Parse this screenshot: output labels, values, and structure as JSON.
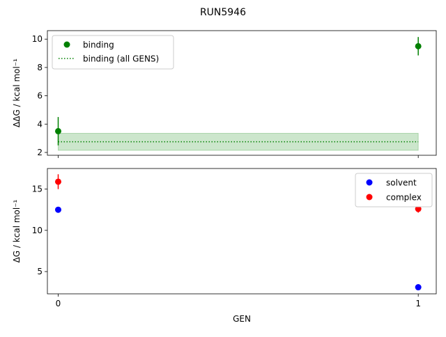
{
  "figure_title": "RUN5946",
  "chart_data": [
    {
      "type": "scatter",
      "ylabel": "ΔΔG / kcal mol⁻¹",
      "xlabel": "",
      "xlim": [
        -0.03,
        1.05
      ],
      "ylim": [
        1.8,
        10.6
      ],
      "yticks": [
        2,
        4,
        6,
        8,
        10
      ],
      "xticks": [
        0,
        1
      ],
      "legend": "top-left",
      "series": [
        {
          "name": "binding",
          "color": "#008000",
          "x": [
            0,
            1
          ],
          "y": [
            3.5,
            9.5
          ],
          "yerr": [
            1.0,
            0.65
          ]
        }
      ],
      "reference_line": {
        "name": "binding (all GENS)",
        "color": "#008000",
        "y": 2.75,
        "band": [
          2.15,
          3.35
        ],
        "x_range": [
          0,
          1
        ]
      }
    },
    {
      "type": "scatter",
      "ylabel": "ΔG / kcal mol⁻¹",
      "xlabel": "GEN",
      "xlim": [
        -0.03,
        1.05
      ],
      "ylim": [
        2.3,
        17.5
      ],
      "yticks": [
        5,
        10,
        15
      ],
      "xticks": [
        0,
        1
      ],
      "legend": "top-right",
      "series": [
        {
          "name": "solvent",
          "color": "#0000ff",
          "x": [
            0,
            1
          ],
          "y": [
            12.5,
            3.1
          ],
          "yerr": [
            0.1,
            0.1
          ]
        },
        {
          "name": "complex",
          "color": "#ff0000",
          "x": [
            0,
            1
          ],
          "y": [
            15.9,
            12.6
          ],
          "yerr": [
            0.9,
            0.45
          ]
        }
      ]
    }
  ]
}
